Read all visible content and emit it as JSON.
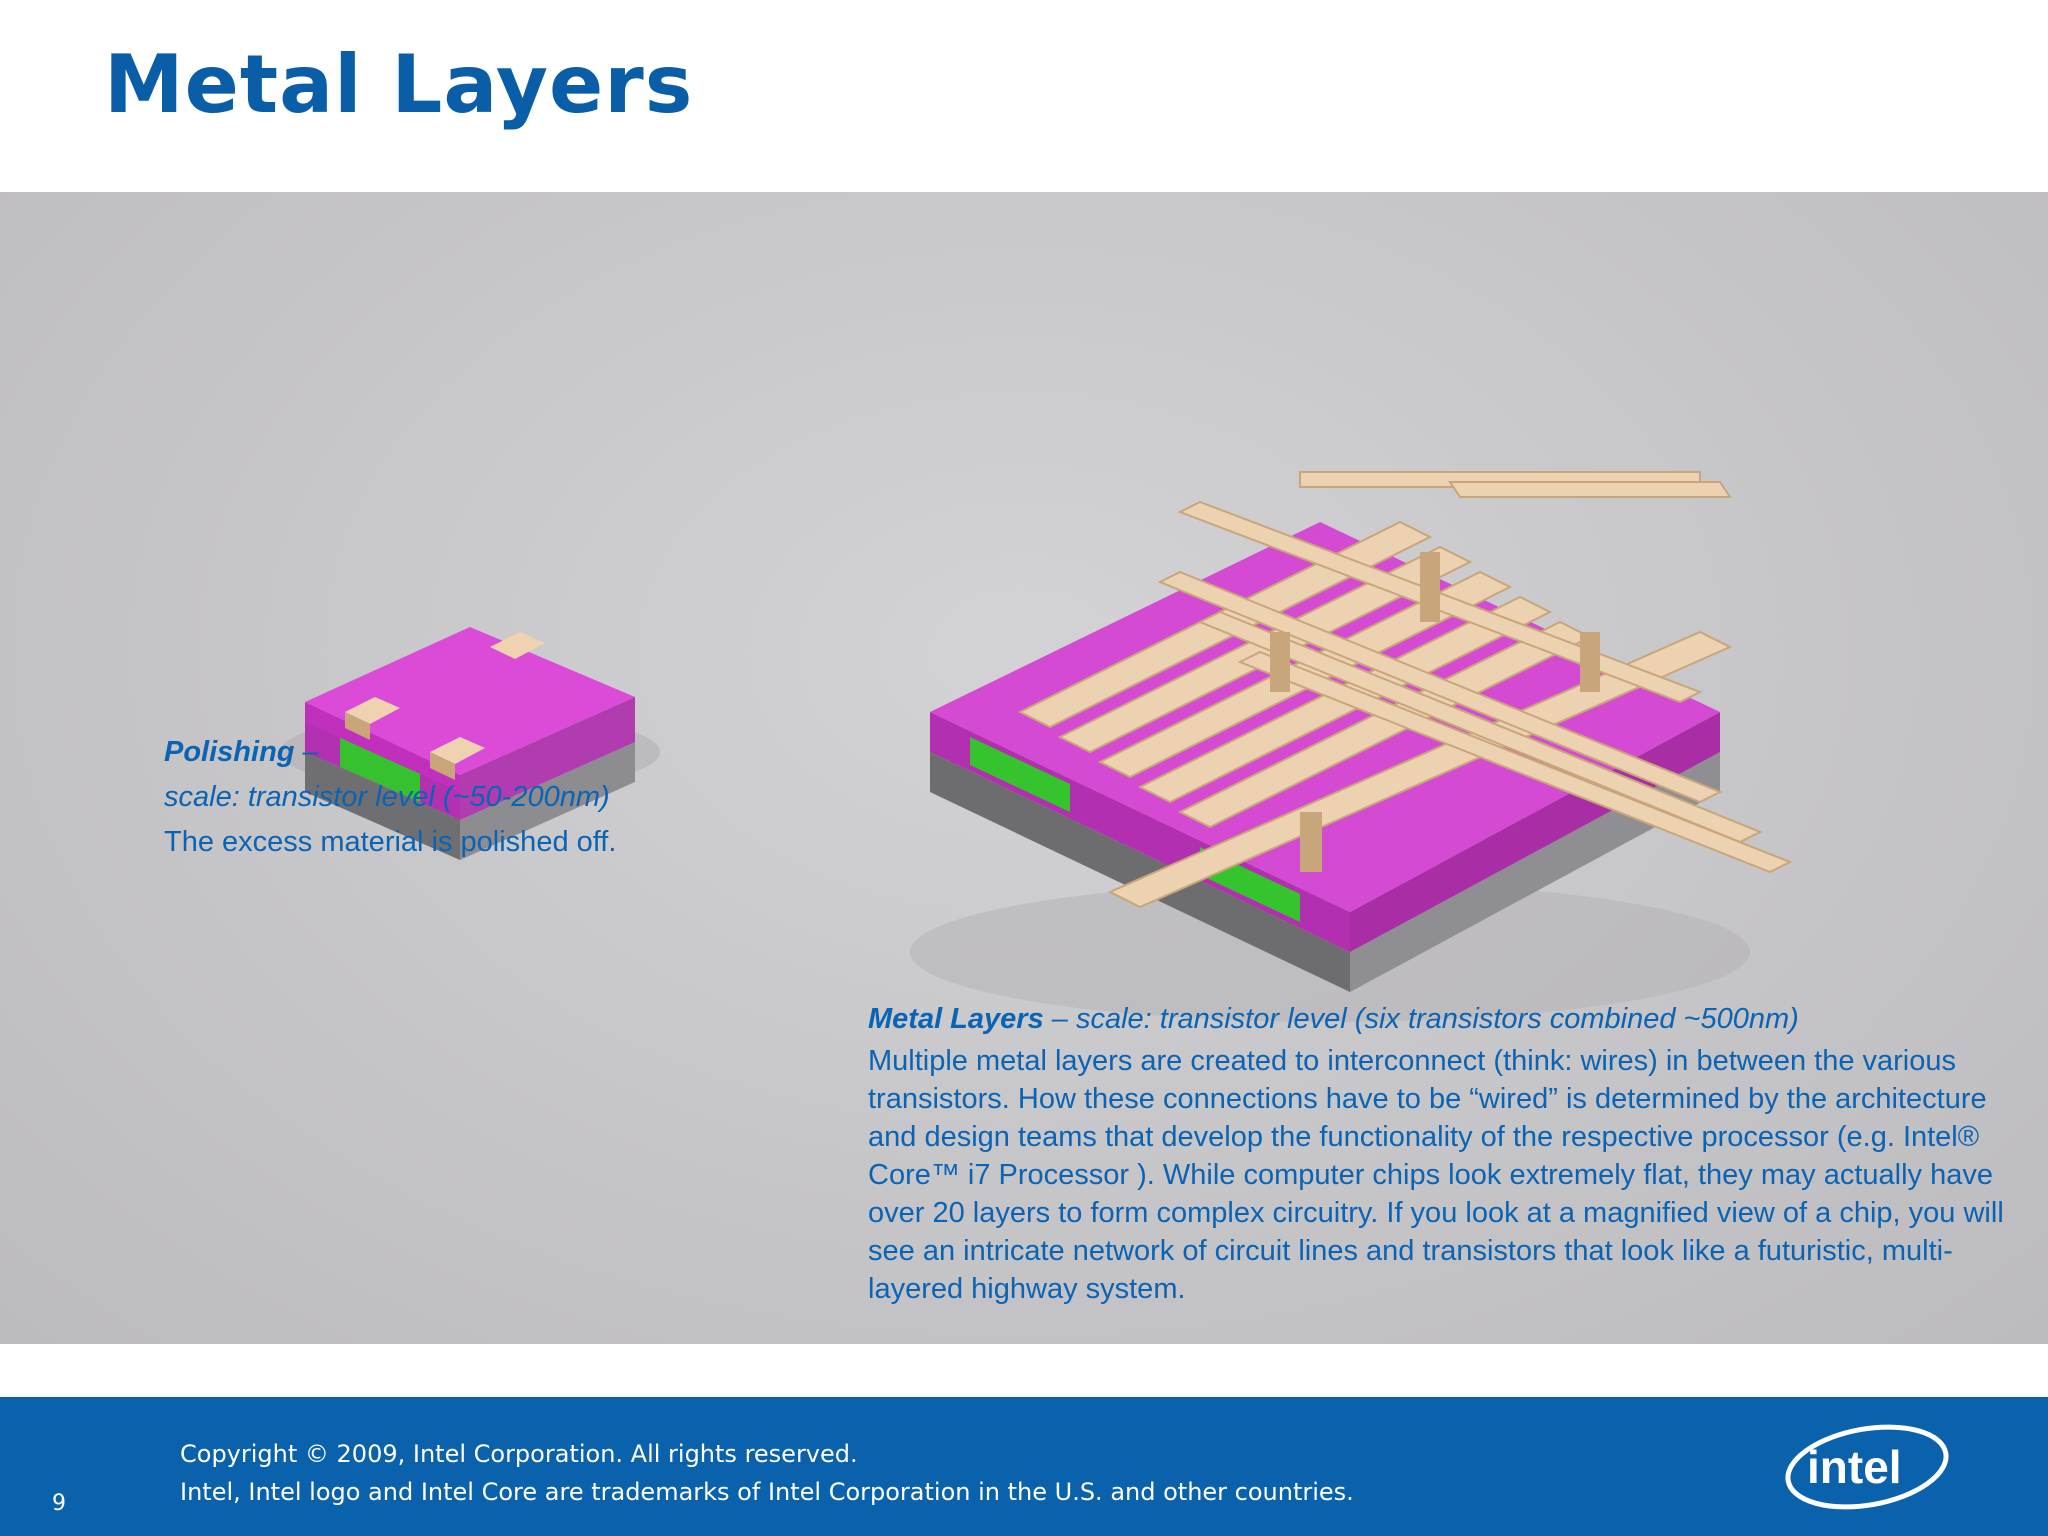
{
  "slide": {
    "title": "Metal Layers",
    "page_number": "9"
  },
  "captions": {
    "left": {
      "heading": "Polishing",
      "dash": " –",
      "scale": "scale: transistor level (~50-200nm)",
      "body": "The excess material is polished off."
    },
    "right": {
      "heading": "Metal Layers",
      "dash": " – ",
      "scale": "scale: transistor level (six transistors combined ~500nm)",
      "body": "Multiple metal layers are created to interconnect (think: wires) in between the various transistors. How these connections have to be “wired” is determined by the architecture and design teams that develop the functionality of the respective processor (e.g. Intel® Core™ i7 Processor ). While computer chips look extremely flat, they may actually have over 20 layers to form complex circuitry. If you look at a magnified view of a chip, you will see an intricate network of circuit lines and transistors that look like a futuristic, multi-layered highway system."
    }
  },
  "footer": {
    "copyright": "Copyright © 2009, Intel Corporation. All rights reserved.",
    "trademark": "Intel, Intel logo and Intel Core are trademarks of Intel Corporation in the U.S. and other countries.",
    "logo_text": "intel"
  },
  "colors": {
    "title_blue": "#0a5ea8",
    "footer_blue": "#0a62ac",
    "caption_blue": "#0b63b4",
    "magenta": "#c62fc2",
    "green": "#2fc62a",
    "copper": "#e8c9a2"
  }
}
